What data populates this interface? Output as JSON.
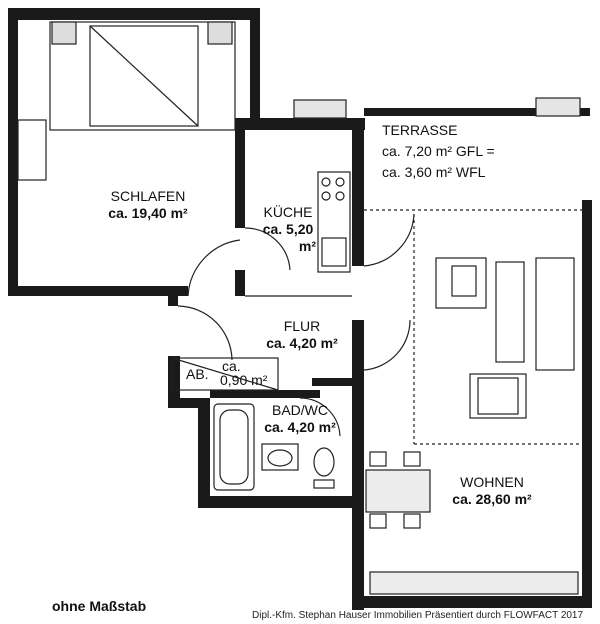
{
  "rooms": {
    "schlafen": {
      "name": "SCHLAFEN",
      "area": "ca. 19,40 m²"
    },
    "kueche": {
      "name": "KÜCHE",
      "area_line1": "ca. 5,20",
      "area_line2": "m²"
    },
    "flur": {
      "name": "FLUR",
      "area": "ca. 4,20 m²"
    },
    "ab": {
      "name": "AB.",
      "area_line1": "ca.",
      "area_line2": "0,90 m²"
    },
    "bad": {
      "name": "BAD/WC",
      "area": "ca. 4,20 m²"
    },
    "wohnen": {
      "name": "WOHNEN",
      "area": "ca. 28,60 m²"
    },
    "terrasse": {
      "name": "TERRASSE",
      "line1": "ca. 7,20 m² GFL =",
      "line2": "ca. 3,60 m² WFL"
    }
  },
  "scale_note": "ohne Maßstab",
  "credit": "Dipl.-Kfm. Stephan Hauser Immobilien Präsentiert durch FLOWFACT 2017",
  "colors": {
    "wall": "#1a1a1a",
    "line": "#222222",
    "paper": "#ffffff"
  }
}
